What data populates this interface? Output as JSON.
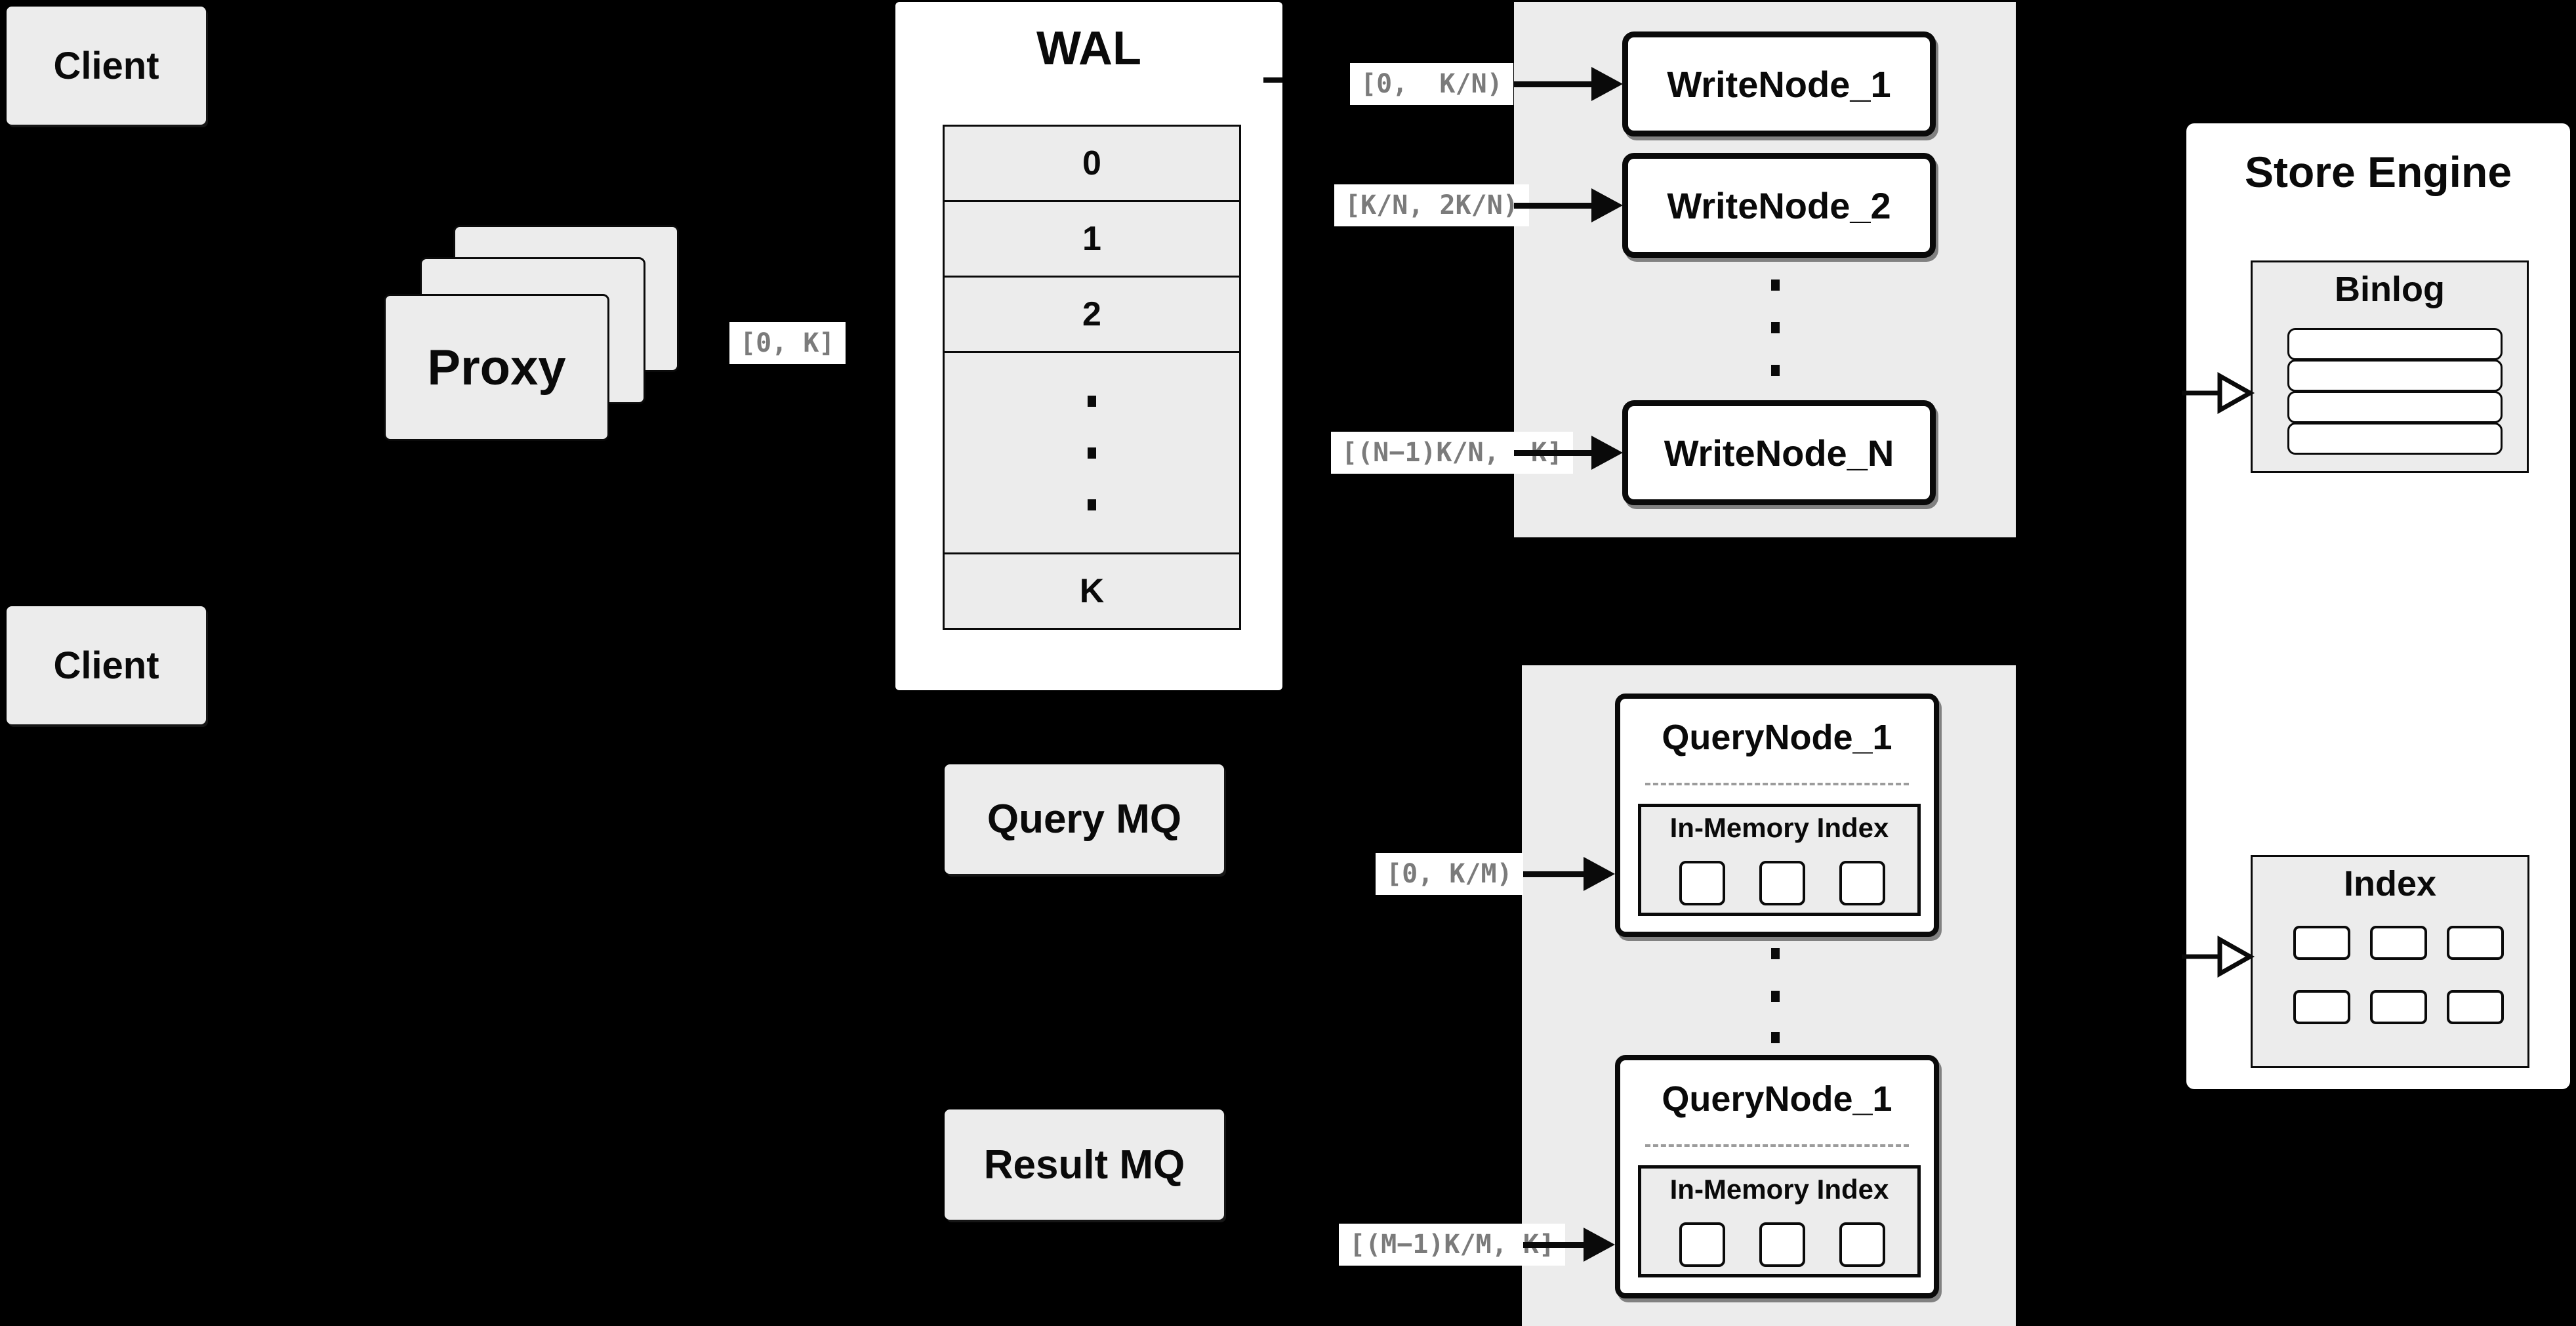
{
  "clients": {
    "top": "Client",
    "bottom": "Client"
  },
  "proxy": {
    "label": "Proxy"
  },
  "wal": {
    "title": "WAL",
    "cells": [
      "0",
      "1",
      "2"
    ],
    "tail_cell": "K"
  },
  "chips": {
    "proxy_range": "[0, K]",
    "write1": "[0,  K/N)",
    "write2": "[K/N, 2K/N)",
    "writeN": "[(N−1)K/N,  K]",
    "query1": "[0, K/M)",
    "queryM": "[(M−1)K/M, K]"
  },
  "write_nodes": {
    "n1": "WriteNode_1",
    "n2": "WriteNode_2",
    "nN": "WriteNode_N"
  },
  "query_nodes": {
    "q1_title": "QueryNode_1",
    "q2_title": "QueryNode_1",
    "inmem_title": "In-Memory Index"
  },
  "store": {
    "title": "Store Engine",
    "binlog_title": "Binlog",
    "index_title": "Index"
  },
  "mq": {
    "query": "Query MQ",
    "result": "Result MQ"
  },
  "colors": {
    "background": "#000000",
    "panel": "#ececec",
    "node_fill": "#ffffff",
    "line": "#0a0a0a",
    "chip_bg": "#ffffff",
    "chip_text": "#7b7b7b"
  }
}
